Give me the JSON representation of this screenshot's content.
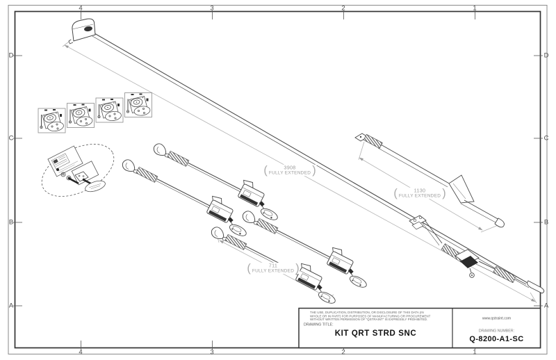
{
  "zones": {
    "cols": [
      "4",
      "3",
      "2",
      "1"
    ],
    "rows": [
      "D",
      "C",
      "B",
      "A"
    ]
  },
  "dimensions": {
    "rail": {
      "value": "3908",
      "note": "FULLY EXTENDED"
    },
    "belt": {
      "value": "1130",
      "note": "FULLY EXTENDED"
    },
    "strap": {
      "value": "711",
      "note": "FULLY EXTENDED"
    }
  },
  "title_block": {
    "legal": {
      "line1": "THE USE, DUPLICATION, DISTRIBUTION, OR DISCLOSURE OF THIS DATA (IN",
      "line2": "WHOLE OR IN PART) FOR PURPOSES OF MANUFACTURING OR PROCUREMENT",
      "line3": "WITHOUT WRITTEN PERMISSION OF \"QSTRAINT\" IS EXPRESSLY PROHIBITED."
    },
    "drawing_title_label": "DRAWING TITLE:",
    "drawing_title": "KIT QRT STRD SNC",
    "website": "www.qstraint.com",
    "drawing_number_label": "DRAWING NUMBER:",
    "drawing_number": "Q-8200-A1-SC"
  },
  "colors": {
    "line_art": "#4d4d4d",
    "dimension": "#9b9b9b",
    "border": "#333333"
  }
}
